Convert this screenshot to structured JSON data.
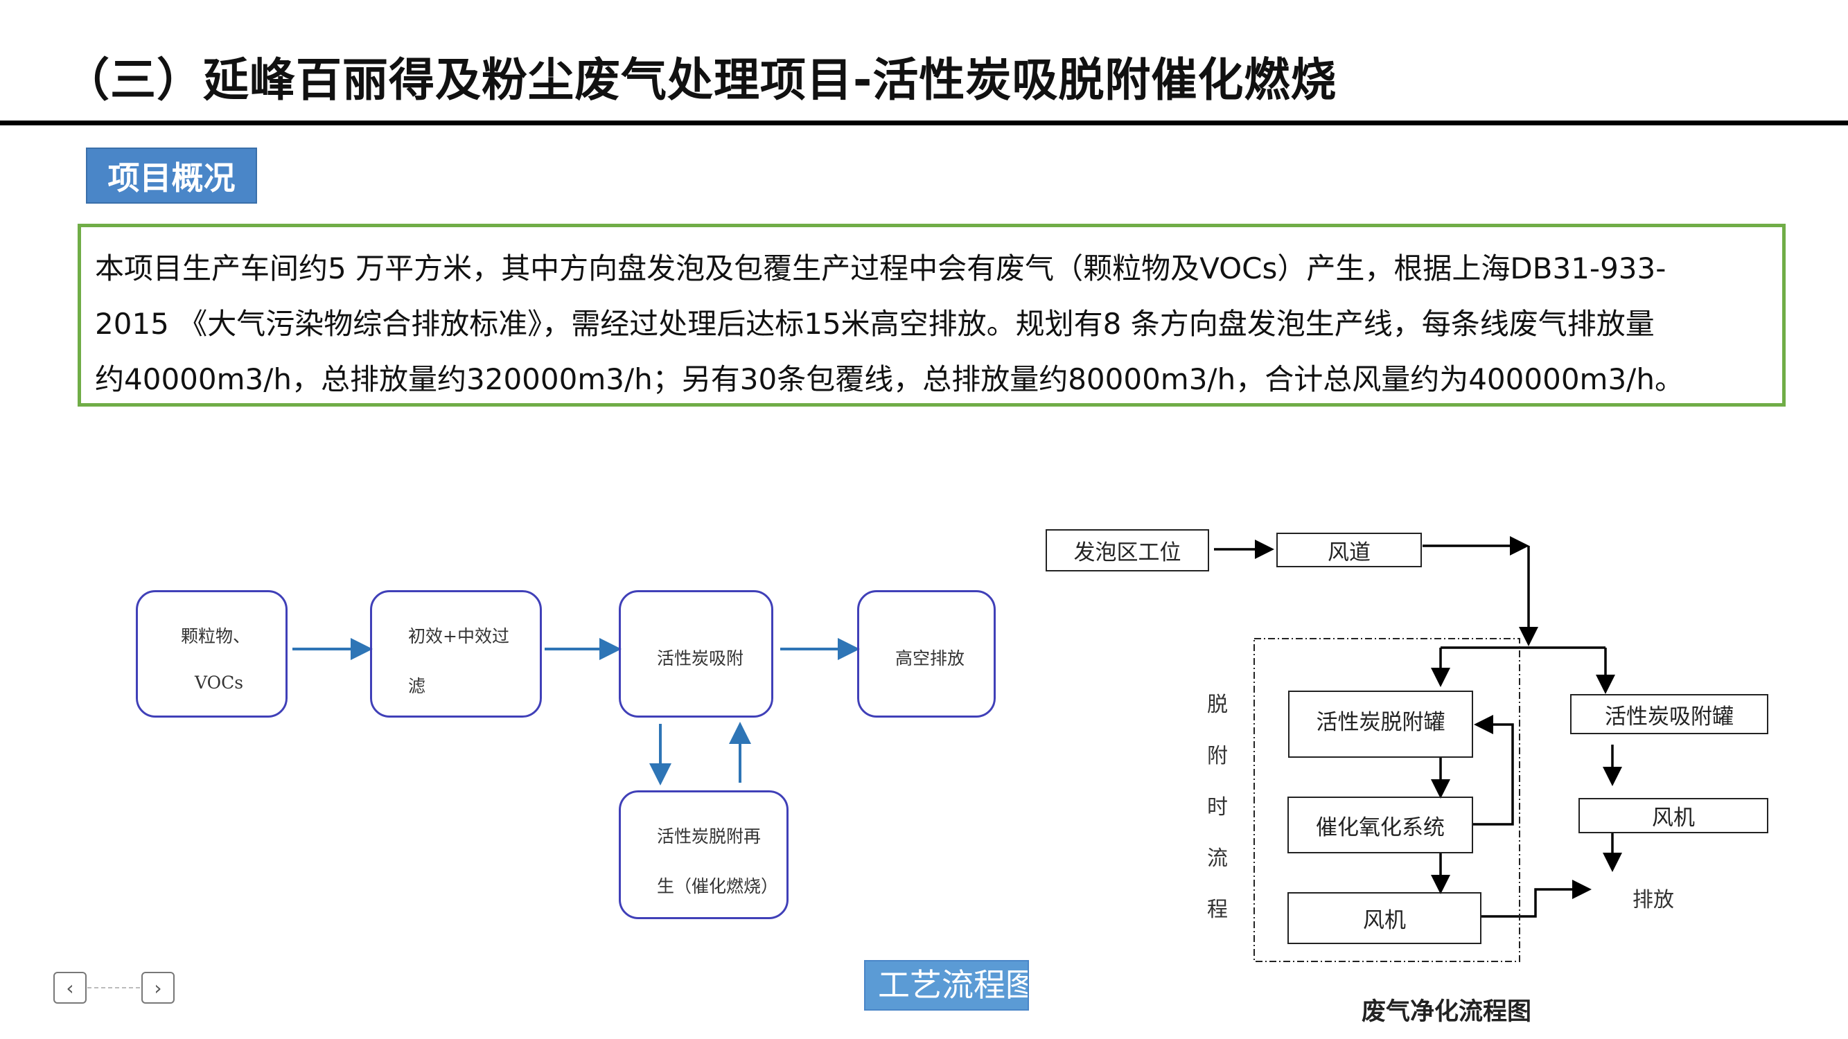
{
  "title": "（三）延峰百丽得及粉尘废气处理项目-活性炭吸脱附催化燃烧",
  "section_badge": "项目概况",
  "summary": {
    "lines": [
      "本项目生产车间约5 万平方米，其中方向盘发泡及包覆生产过程中会有废气（颗粒物及VOCs）产生，根据上海DB31-933-",
      "2015 《大气污染物综合排放标准》，需经过处理后达标15米高空排放。规划有8 条方向盘发泡生产线，每条线废气排放量",
      "约40000m3/h，总排放量约320000m3/h；另有30条包覆线，总排放量约80000m3/h，合计总风量约为400000m3/h。"
    ]
  },
  "process_flow": {
    "box1": {
      "line1": "颗粒物、",
      "line2": "VOCs"
    },
    "box2": {
      "line1": "初效+中效过",
      "line2": "滤"
    },
    "box3": "活性炭吸附",
    "box4": "高空排放",
    "box5": {
      "line1": "活性炭脱附再",
      "line2": "生（催化燃烧）"
    }
  },
  "purification_flow": {
    "source": "发泡区工位",
    "duct": "风道",
    "desorb_tank": "活性炭脱附罐",
    "catalytic": "催化氧化系统",
    "fan_left": "风机",
    "adsorb_tank": "活性炭吸附罐",
    "fan_right": "风机",
    "discharge": "排放",
    "side_label": [
      "脱",
      "附",
      "时",
      "流",
      "程"
    ],
    "caption": "废气净化流程图"
  },
  "nav": {
    "prev": "‹",
    "next": "›"
  },
  "flow_tab_label": "工艺流程图",
  "colors": {
    "badge": "#4a86c8",
    "summary_border": "#70ad47",
    "flow_arrow": "#2e75b6",
    "flow_box": "#4040b8",
    "tab": "#5b9bd5"
  }
}
